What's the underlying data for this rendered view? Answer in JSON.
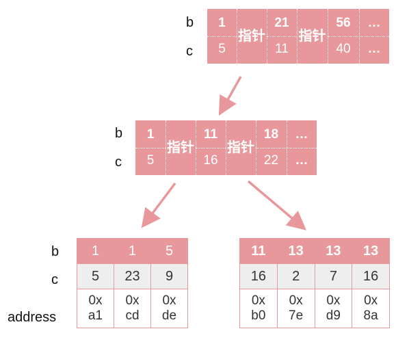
{
  "row_labels": {
    "b": "b",
    "c": "c",
    "address": "address"
  },
  "root": {
    "keys": [
      "1",
      "21",
      "56",
      "…"
    ],
    "values": [
      "5",
      "11",
      "40",
      "…"
    ],
    "pointer": "指针"
  },
  "mid": {
    "keys": [
      "1",
      "11",
      "18",
      "…"
    ],
    "values": [
      "5",
      "16",
      "22",
      "…"
    ],
    "pointer": "指针"
  },
  "leaf_left": {
    "b": [
      "1",
      "1",
      "5"
    ],
    "c": [
      "5",
      "23",
      "9"
    ],
    "address": [
      [
        "0x",
        "a1"
      ],
      [
        "0x",
        "cd"
      ],
      [
        "0x",
        "de"
      ]
    ]
  },
  "leaf_right": {
    "b": [
      "11",
      "13",
      "13",
      "13"
    ],
    "c": [
      "16",
      "2",
      "7",
      "16"
    ],
    "address": [
      [
        "0x",
        "b0"
      ],
      [
        "0x",
        "7e"
      ],
      [
        "0x",
        "d9"
      ],
      [
        "0x",
        "8a"
      ]
    ]
  },
  "colors": {
    "node_fill": "#e8979a",
    "arrow": "#e8979a",
    "leaf_c_row": "#eeeeee"
  }
}
